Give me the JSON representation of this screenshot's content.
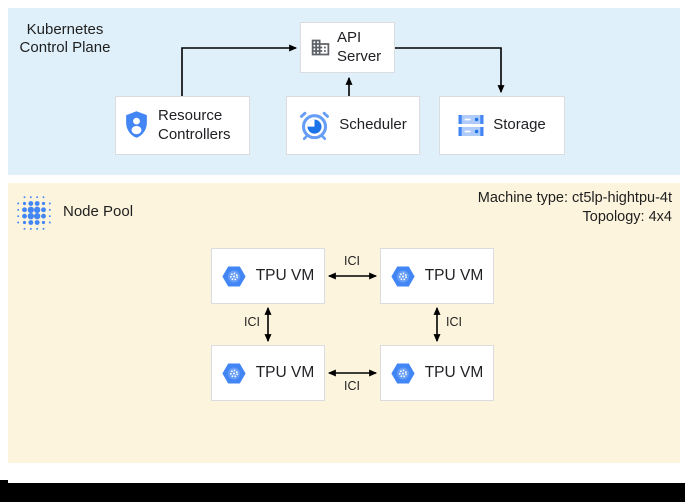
{
  "control_plane": {
    "title": "Kubernetes Control Plane",
    "api_server": "API Server",
    "resource_controllers": "Resource Controllers",
    "scheduler": "Scheduler",
    "storage": "Storage"
  },
  "node_pool": {
    "title": "Node Pool",
    "machine_type": "Machine type: ct5lp-hightpu-4t",
    "topology": "Topology: 4x4",
    "tpu_vms": [
      {
        "label": "TPU VM"
      },
      {
        "label": "TPU VM"
      },
      {
        "label": "TPU VM"
      },
      {
        "label": "TPU VM"
      }
    ],
    "ici_links": [
      {
        "label": "ICI"
      },
      {
        "label": "ICI"
      },
      {
        "label": "ICI"
      },
      {
        "label": "ICI"
      }
    ]
  },
  "icons": {
    "api_server": "building-domain-icon",
    "resource_controllers": "shield-user-icon",
    "scheduler": "alarm-clock-icon",
    "storage": "server-stack-icon",
    "node_pool": "dot-matrix-icon",
    "tpu_vm": "hexagon-chip-icon"
  },
  "colors": {
    "control_plane_bg": "#DFF0FA",
    "node_pool_bg": "#FCF4DC",
    "google_blue": "#4285F4",
    "icon_blue_light": "#AECBFA",
    "icon_blue_medium": "#669DF6",
    "icon_blue_dark": "#1A73E8",
    "icon_gray": "#5F6368",
    "box_border": "#DADCE0",
    "arrow": "#000000"
  }
}
